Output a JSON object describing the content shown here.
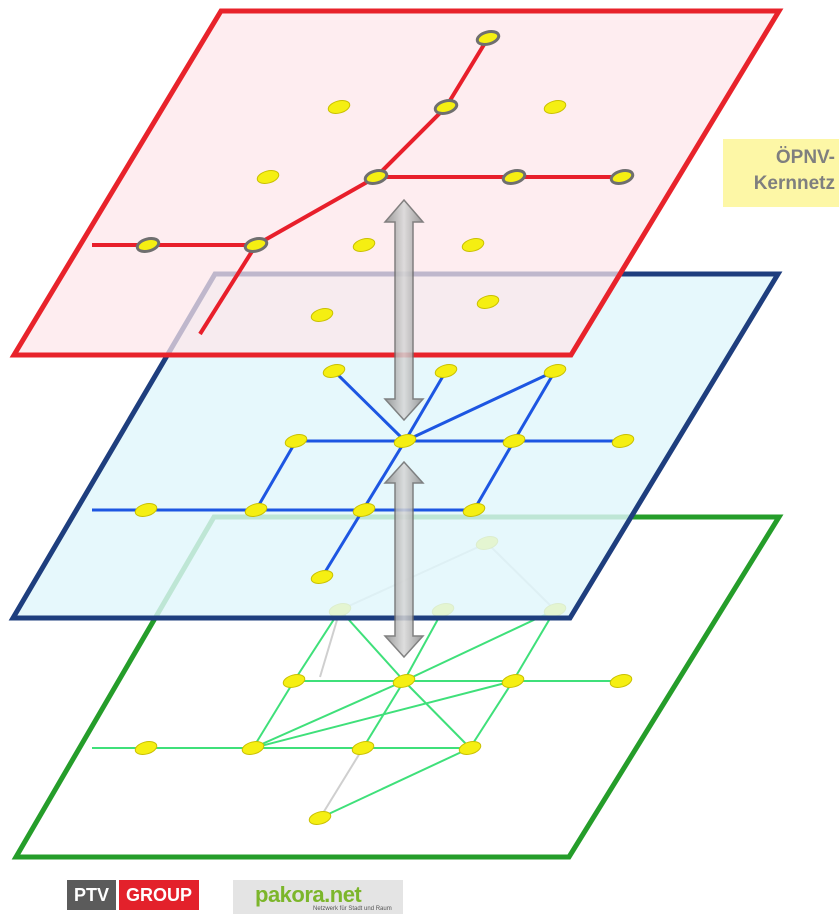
{
  "callout": {
    "line1": "ÖPNV-",
    "line2": "Kernnetz"
  },
  "logos": {
    "ptv": "PTV",
    "group": "GROUP",
    "pakora_name": "pakora.net",
    "pakora_tagline": "Netzwerk für Stadt und Raum"
  },
  "colors": {
    "top_layer": "#e8232b",
    "top_fill": "#fde6ea",
    "middle_layer": "#1e3e7e",
    "middle_fill": "#e1f7fb",
    "bottom_layer": "#259d2a",
    "node": "#f5ef12",
    "top_lines": "#e81f2b",
    "middle_lines": "#1d56e2",
    "bottom_lines": "#3fe07a",
    "arrow": "#9b9b9b"
  }
}
